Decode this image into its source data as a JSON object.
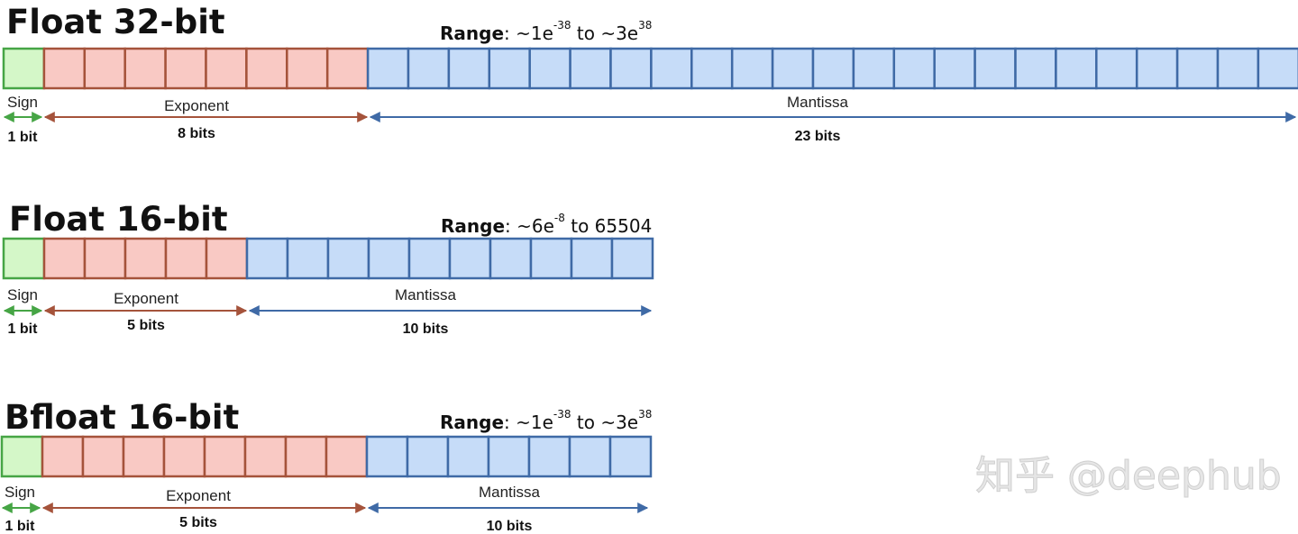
{
  "colors": {
    "sign_fill": "#d4f7c8",
    "sign_stroke": "#46a545",
    "exponent_fill": "#f9c9c4",
    "exponent_stroke": "#a5533b",
    "mantissa_fill": "#c6dcf8",
    "mantissa_stroke": "#3f6aa6"
  },
  "formats": [
    {
      "title": "Float 32-bit",
      "range": {
        "key": "Range",
        "from_base": "~1e",
        "from_exp": "-38",
        "mid": " to ~3e",
        "to_exp": "38"
      },
      "sign": {
        "label": "Sign",
        "count_label": "1 bit",
        "bits": 1
      },
      "exponent": {
        "label": "Exponent",
        "count_label": "8 bits",
        "bits": 8
      },
      "mantissa": {
        "label": "Mantissa",
        "count_label": "23 bits",
        "bits": 23
      }
    },
    {
      "title": "Float 16-bit",
      "range": {
        "key": "Range",
        "from_base": "~6e",
        "from_exp": "-8",
        "mid": " to 65504",
        "to_exp": ""
      },
      "sign": {
        "label": "Sign",
        "count_label": "1 bit",
        "bits": 1
      },
      "exponent": {
        "label": "Exponent",
        "count_label": "5 bits",
        "bits": 5
      },
      "mantissa": {
        "label": "Mantissa",
        "count_label": "10 bits",
        "bits": 10
      }
    },
    {
      "title": "Bfloat 16-bit",
      "range": {
        "key": "Range",
        "from_base": "~1e",
        "from_exp": "-38",
        "mid": " to ~3e",
        "to_exp": "38"
      },
      "sign": {
        "label": "Sign",
        "count_label": "1 bit",
        "bits": 1
      },
      "exponent": {
        "label": "Exponent",
        "count_label": "5 bits",
        "bits": 8
      },
      "mantissa": {
        "label": "Mantissa",
        "count_label": "10 bits",
        "bits": 7
      }
    }
  ],
  "watermark": "知乎 @deephub"
}
